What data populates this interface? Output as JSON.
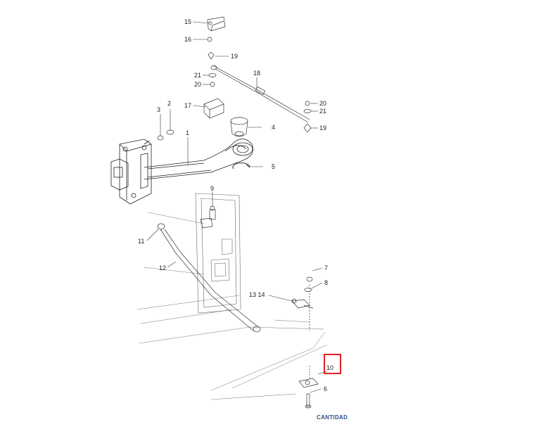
{
  "diagram": {
    "callouts": {
      "c1": "1",
      "c2": "2",
      "c3": "3",
      "c4": "4",
      "c5": "5",
      "c6": "6",
      "c7": "7",
      "c8": "8",
      "c9": "9",
      "c10": "10",
      "c11": "11",
      "c12": "12",
      "c1314": "13 14",
      "c15": "15",
      "c16": "16",
      "c17": "17",
      "c18": "18",
      "c19a": "19",
      "c19b": "19",
      "c20a": "20",
      "c20b": "20",
      "c21a": "21",
      "c21b": "21"
    },
    "highlight_color": "#e0202a",
    "footer_label": "CANTIDAD",
    "footer_color": "#2b4c8c"
  }
}
